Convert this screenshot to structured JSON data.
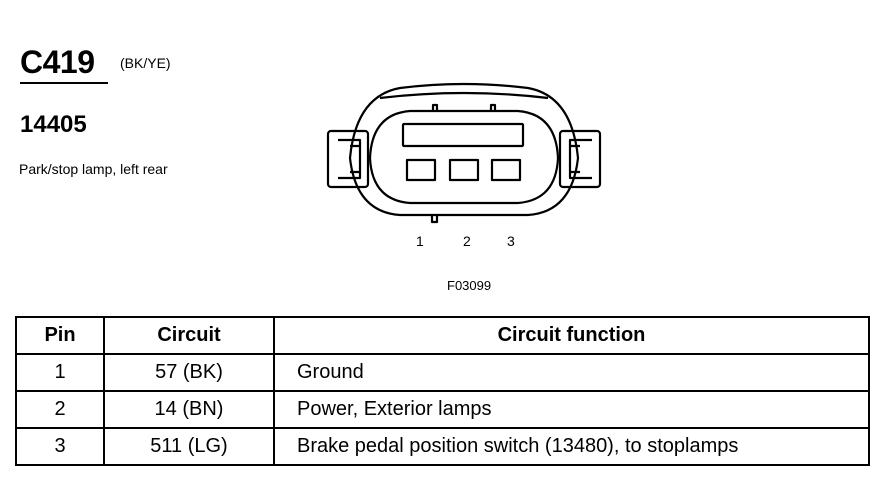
{
  "connector": {
    "id": "C419",
    "color_code": "(BK/YE)",
    "part_number": "14405",
    "description": "Park/stop lamp, left rear"
  },
  "diagram": {
    "pin_labels": [
      "1",
      "2",
      "3"
    ],
    "figure_code": "F03099"
  },
  "table": {
    "headers": [
      "Pin",
      "Circuit",
      "Circuit function"
    ],
    "rows": [
      {
        "pin": "1",
        "circuit": "57 (BK)",
        "function": "Ground"
      },
      {
        "pin": "2",
        "circuit": "14 (BN)",
        "function": "Power, Exterior lamps"
      },
      {
        "pin": "3",
        "circuit": "511 (LG)",
        "function": "Brake pedal position switch (13480), to stoplamps"
      }
    ]
  }
}
